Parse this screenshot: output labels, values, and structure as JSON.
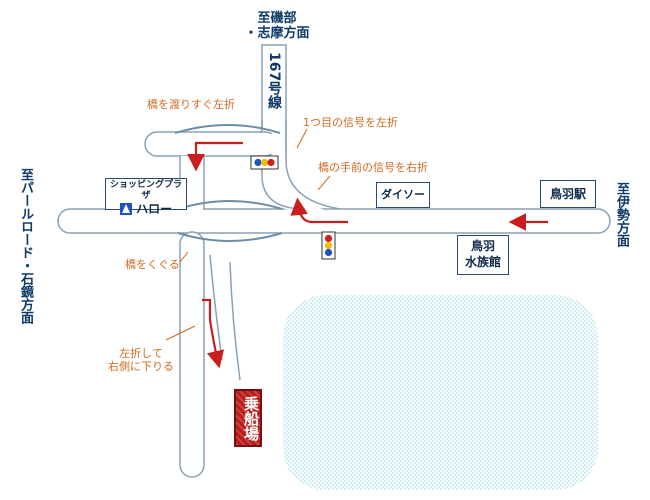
{
  "directions": {
    "north": "至磯部\n・志摩方面",
    "west": "至パールロード・石鏡方面",
    "east": "至伊勢方面",
    "route": "167号線"
  },
  "landmarks": {
    "shopping_plaza": "ショッピングプラザ",
    "shopping_name": "ハロー",
    "daiso": "ダイソー",
    "toba_station": "鳥羽駅",
    "aquarium": "鳥羽\n水族館",
    "pier": "乗船場"
  },
  "notes": {
    "cross_bridge_left": "橋を渡りすぐ左折",
    "first_signal_left": "1つ目の信号を左折",
    "signal_before_bridge_right": "橋の手前の信号を右折",
    "under_bridge": "橋をくぐる",
    "turn_left_down": "左折して\n右側に下りる"
  },
  "colors": {
    "road_outline": "#8aa2b5",
    "route_arrow": "#c81e1e",
    "note_text": "#d2691e",
    "direction_text": "#0d3a66",
    "sea": "#dff5f8"
  }
}
